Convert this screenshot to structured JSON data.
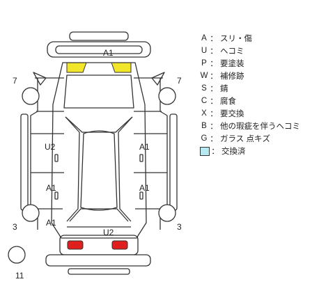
{
  "colors": {
    "yellow_mark": "#f2e62a",
    "red_mark": "#e0201f",
    "replaced_swatch": "#b6eaf0",
    "line": "#333333"
  },
  "diagram": {
    "top_bumper_label": "A1",
    "left_front_label": "7",
    "right_front_label": "7",
    "left_front_door_label": "U2",
    "right_front_door_label": "A1",
    "left_rear_door_label": "A1",
    "right_rear_door_label": "A1",
    "left_rear_label": "A1",
    "left_corner_label": "3",
    "right_corner_label": "3",
    "rear_label": "U2",
    "spare_label": "11"
  },
  "legend": {
    "separator": "：",
    "items": [
      {
        "key": "A",
        "text": "スリ・傷"
      },
      {
        "key": "U",
        "text": "ヘコミ"
      },
      {
        "key": "P",
        "text": "要塗装"
      },
      {
        "key": "W",
        "text": "補修跡"
      },
      {
        "key": "S",
        "text": "錆"
      },
      {
        "key": "C",
        "text": "腐食"
      },
      {
        "key": "X",
        "text": "要交換"
      },
      {
        "key": "B",
        "text": "他の瑕疵を伴うヘコミ"
      },
      {
        "key": "G",
        "text": "ガラス 点キズ"
      }
    ],
    "replaced_text": "交換済"
  }
}
